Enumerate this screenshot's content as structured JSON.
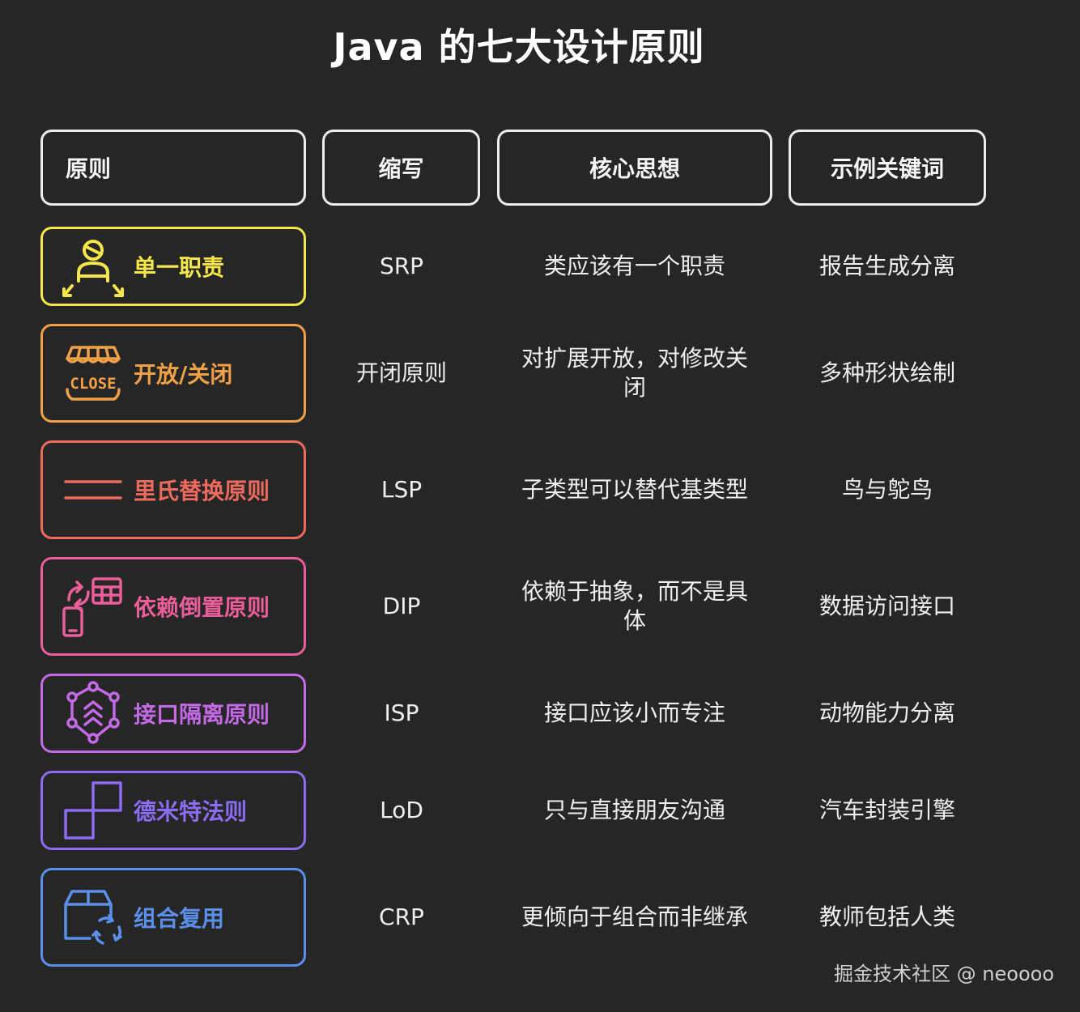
{
  "title": "Java 的七大设计原则",
  "headers": {
    "principle": "原则",
    "abbr": "缩写",
    "idea": "核心思想",
    "keyword": "示例关键词"
  },
  "rows": [
    {
      "name": "单一职责",
      "abbr": "SRP",
      "idea": "类应该有一个职责",
      "keyword": "报告生成分离",
      "color": "#f5e64b",
      "icon": "person-arrows-icon"
    },
    {
      "name": "开放/关闭",
      "abbr": "开闭原则",
      "idea": "对扩展开放，对修改关闭",
      "keyword": "多种形状绘制",
      "color": "#f0a046",
      "icon": "store-close-icon"
    },
    {
      "name": "里氏替换原则",
      "abbr": "LSP",
      "idea": "子类型可以替代基类型",
      "keyword": "鸟与鸵鸟",
      "color": "#ef6a5e",
      "icon": "equals-lines-icon"
    },
    {
      "name": "依赖倒置原则",
      "abbr": "DIP",
      "idea": "依赖于抽象，而不是具体",
      "keyword": "数据访问接口",
      "color": "#ec5e9a",
      "icon": "device-swap-icon"
    },
    {
      "name": "接口隔离原则",
      "abbr": "ISP",
      "idea": "接口应该小而专注",
      "keyword": "动物能力分离",
      "color": "#c56ae6",
      "icon": "network-chevrons-icon"
    },
    {
      "name": "德米特法则",
      "abbr": "LoD",
      "idea": "只与直接朋友沟通",
      "keyword": "汽车封装引擎",
      "color": "#8b6cf2",
      "icon": "squares-icon"
    },
    {
      "name": "组合复用",
      "abbr": "CRP",
      "idea": "更倾向于组合而非继承",
      "keyword": "教师包括人类",
      "color": "#5a90ea",
      "icon": "box-recycle-icon"
    }
  ],
  "credit": "掘金技术社区 @ neoooo"
}
